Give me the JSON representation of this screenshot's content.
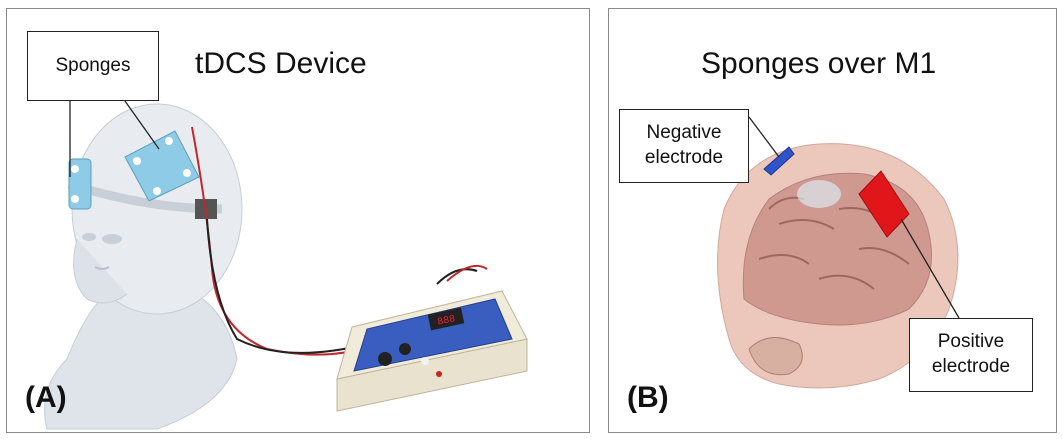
{
  "panel_a": {
    "title": "tDCS Device",
    "label": "(A)",
    "callout": "Sponges"
  },
  "panel_b": {
    "title": "Sponges over M1",
    "label": "(B)",
    "callout_negative": "Negative\nelectrode",
    "callout_positive": "Positive\nelectrode"
  },
  "colors": {
    "frame": "#8a8a8a",
    "sponge": "#8ecbe6",
    "positive_electrode": "#e0161b",
    "negative_electrode": "#2f54c8",
    "device_panel": "#3a5ec0"
  }
}
